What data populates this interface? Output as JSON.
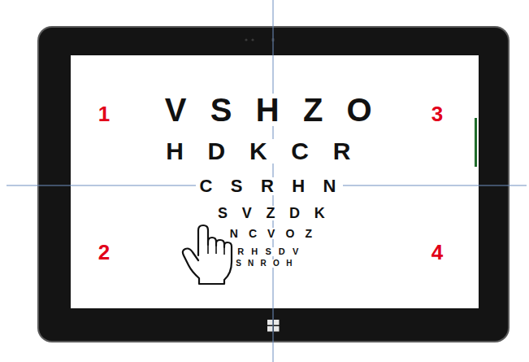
{
  "diagram": {
    "labels": [
      "1",
      "2",
      "3",
      "4",
      "V S H Z O",
      "H D K C R",
      "C S R H N",
      "S V Z D K",
      "N C V O Z",
      "R H S D V",
      "S N R O H"
    ]
  }
}
